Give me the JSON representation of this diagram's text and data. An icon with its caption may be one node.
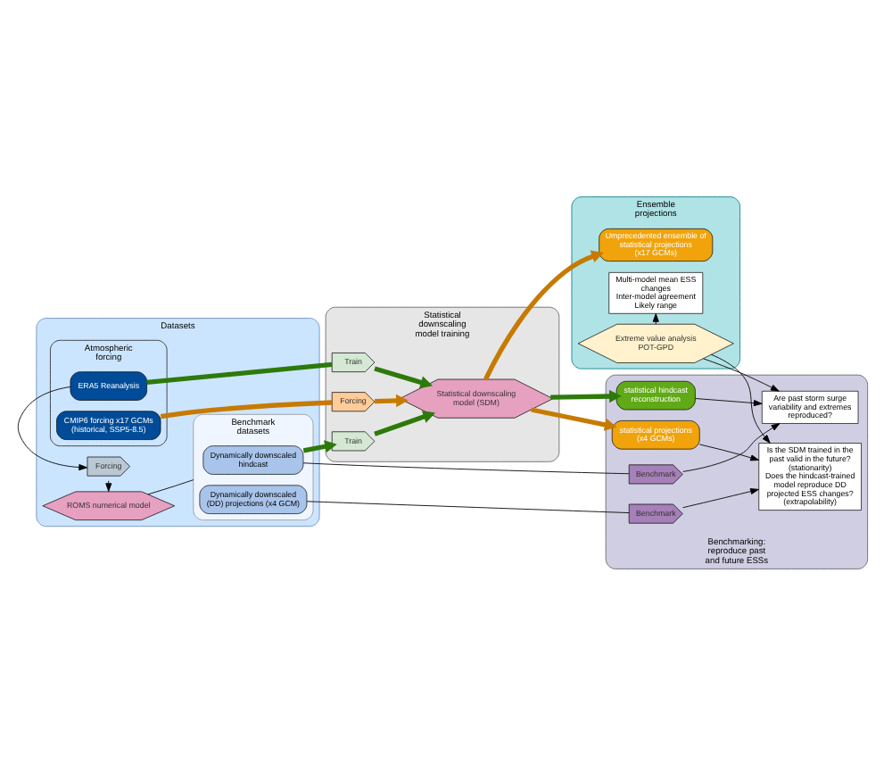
{
  "diagram": {
    "nodes": [
      {
        "text": [
          "Datasets"
        ]
      },
      {
        "text": [
          "ROMS numerical model"
        ],
        "in": 0
      },
      {
        "text": [
          "Forcing"
        ],
        "in": 0
      },
      {
        "text": [
          "Atmospheric forcing"
        ],
        "in": 0
      },
      {
        "text": [
          "ERA5 Reanalysis"
        ],
        "in": 3
      },
      {
        "text": [
          "CMIP6 forcing x17 GCMs (historical, SSP5-8.5)"
        ],
        "in": 3
      },
      {
        "text": [
          "Benchmark datasets"
        ],
        "in": 0
      },
      {
        "text": [
          "Dynamically downscaled hindcast"
        ],
        "in": 6
      },
      {
        "text": [
          "Dynamically downscaled (DD) projections (x4 GCM)"
        ],
        "in": 6
      },
      {
        "text": [
          "Statistical downscaling model training"
        ]
      },
      {
        "text": [
          "Train"
        ],
        "in": 9
      },
      {
        "text": [
          "Train"
        ],
        "in": 9
      },
      {
        "text": [
          "Statistical downscaling model (SDM)"
        ],
        "in": 9
      },
      {
        "text": [
          "Forcing"
        ],
        "in": 9
      },
      {
        "text": [
          "Benchmarking: reproduce past and future ESSs"
        ]
      },
      {
        "text": [
          "Benchmark"
        ],
        "in": 14
      },
      {
        "text": [
          "statistical hindcast reconstruction"
        ],
        "in": 14
      },
      {
        "text": [
          "statistical projections (x4 GCMs)"
        ],
        "in": 14
      },
      {
        "text": [
          "Benchmark"
        ],
        "in": 14
      },
      {
        "text": [
          "Are past storm surge variability and extremes reproduced?"
        ],
        "in": 14
      },
      {
        "text": [
          "Is the SDM trained in the past valid in the future? (stationarity)",
          "Does the hindcast-trained model reproduce DD projected ESS changes? (extrapolability)"
        ],
        "in": 14
      },
      {
        "text": [
          "Ensemble projections"
        ]
      },
      {
        "text": [
          "Umprecedented ensemble of statistical projections (x17 GCMs)"
        ],
        "in": 21
      },
      {
        "text": [
          "Multi-model mean ESS changes",
          "Inter-model agreement",
          "Likely range"
        ],
        "in": 21
      },
      {
        "text": [
          "Extreme value analysis POT-GPD"
        ],
        "in": 21
      }
    ],
    "edges": [
      {
        "from": 4,
        "to": 2,
        "arrow": "to"
      },
      {
        "from": 2,
        "to": 1,
        "arrow": "to"
      },
      {
        "from": 1,
        "to": 6,
        "arrow": "none"
      },
      {
        "from": 7,
        "to": 10,
        "arrow": "to",
        "style": "thick",
        "color": "#2d7a0a"
      },
      {
        "from": 10,
        "to": 12,
        "arrow": "to",
        "style": "thick",
        "color": "#2d7a0a"
      },
      {
        "from": 4,
        "to": 11,
        "arrow": "none",
        "style": "thick",
        "color": "#2d7a0a"
      },
      {
        "from": 11,
        "to": 12,
        "arrow": "to",
        "style": "thick",
        "color": "#2d7a0a"
      },
      {
        "from": 5,
        "to": 13,
        "arrow": "none",
        "style": "thick",
        "color": "#c77a00"
      },
      {
        "from": 13,
        "to": 12,
        "arrow": "to",
        "style": "thick",
        "color": "#c77a00"
      },
      {
        "from": 12,
        "to": 16,
        "arrow": "to",
        "style": "thick",
        "color": "#2d7a0a"
      },
      {
        "from": 12,
        "to": 17,
        "arrow": "to",
        "style": "thick",
        "color": "#c77a00"
      },
      {
        "from": 12,
        "to": 22,
        "arrow": "to",
        "style": "thick",
        "color": "#c77a00"
      },
      {
        "from": 7,
        "to": 15,
        "arrow": "none"
      },
      {
        "from": 15,
        "to": 19,
        "arrow": "to"
      },
      {
        "from": 8,
        "to": 18,
        "arrow": "none"
      },
      {
        "from": 18,
        "to": 20,
        "arrow": "to"
      },
      {
        "from": 16,
        "to": 19,
        "arrow": "to"
      },
      {
        "from": 17,
        "to": 20,
        "arrow": "to"
      },
      {
        "from": 24,
        "to": 19,
        "arrow": "to"
      },
      {
        "from": 24,
        "to": 20,
        "arrow": "to"
      },
      {
        "from": 24,
        "to": 23,
        "arrow": "to"
      }
    ]
  }
}
